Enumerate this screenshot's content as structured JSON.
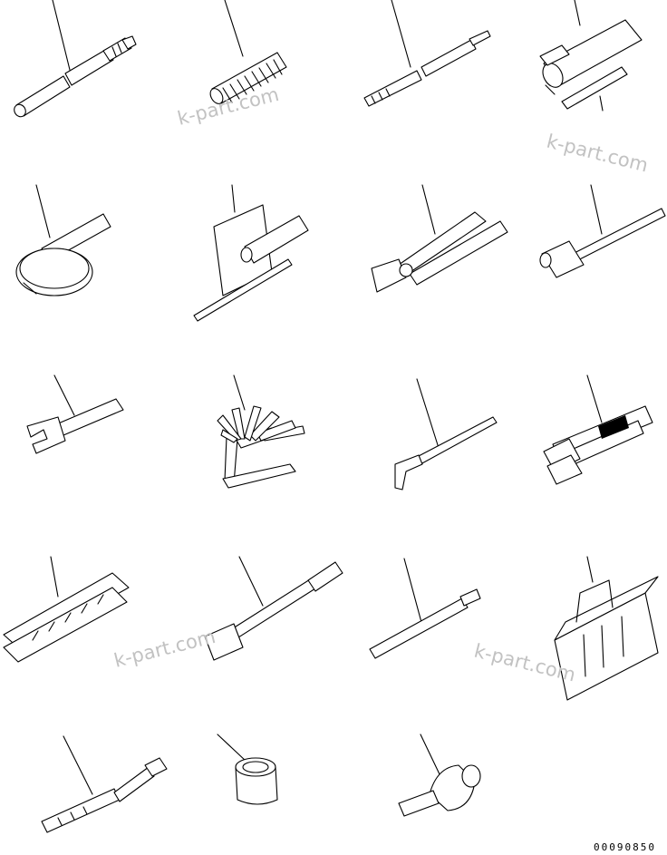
{
  "watermarks": [
    "k-part.com",
    "k-part.com",
    "k-part.com",
    "k-part.com"
  ],
  "drawing_code": "00090850",
  "tools": [
    {
      "name": "extension-bar-tool"
    },
    {
      "name": "spring-tool"
    },
    {
      "name": "screwdriver-tool"
    },
    {
      "name": "grease-gun-tool"
    },
    {
      "name": "filter-wrench-tool"
    },
    {
      "name": "screwdriver-bit-tool"
    },
    {
      "name": "pliers-tool"
    },
    {
      "name": "hammer-tool"
    },
    {
      "name": "adjustable-wrench-tool"
    },
    {
      "name": "feeler-gauge-tool"
    },
    {
      "name": "pry-bar-tool"
    },
    {
      "name": "wrench-set-tool"
    },
    {
      "name": "socket-set-case-tool"
    },
    {
      "name": "socket-wrench-tool"
    },
    {
      "name": "tire-gauge-tool"
    },
    {
      "name": "tool-bag"
    },
    {
      "name": "spark-wrench-tool"
    },
    {
      "name": "socket-tool"
    },
    {
      "name": "adapter-tool"
    }
  ]
}
